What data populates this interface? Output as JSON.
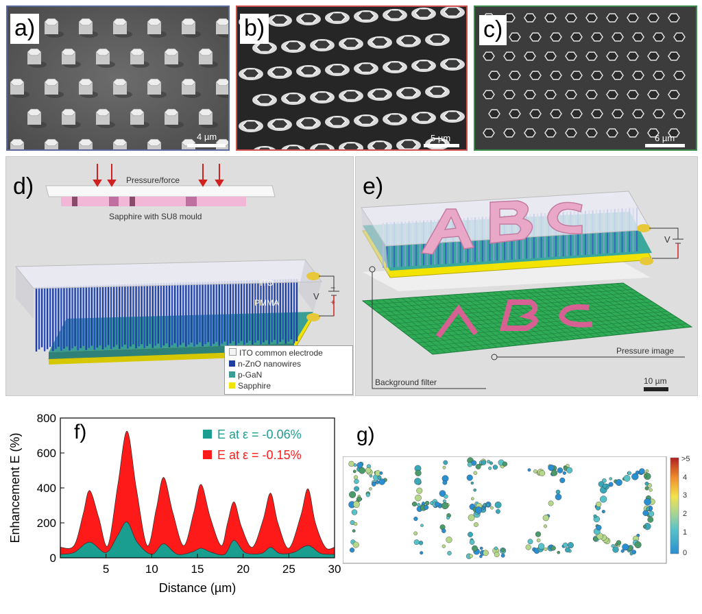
{
  "panel_a": {
    "label": "a)",
    "scale": "4 µm"
  },
  "panel_b": {
    "label": "b)",
    "scale": "5 µm"
  },
  "panel_c": {
    "label": "c)",
    "scale": "6 µm"
  },
  "panel_d": {
    "label": "d)",
    "pressure": "Pressure/force",
    "mould": "Sapphire with SU8 mould",
    "ito": "ITO",
    "pmma": "PMMA",
    "voltage": "V",
    "minus": "−",
    "plus": "+",
    "legend": [
      "ITO common electrode",
      "n-ZnO nanowires",
      "p-GaN",
      "Sapphire"
    ],
    "legend_colors": [
      "#f4f4f4",
      "#1f3fa0",
      "#3a9e94",
      "#f2e400"
    ]
  },
  "panel_e": {
    "label": "e)",
    "letters": "ABC",
    "voltage": "V",
    "pressure_image": "Pressure image",
    "background_filter": "Background filter",
    "scale": "10 µm"
  },
  "panel_g": {
    "label": "g)",
    "colorbar_ticks": [
      ">5",
      "4",
      "3",
      "2",
      "1",
      "0"
    ]
  },
  "chart_data": {
    "type": "area",
    "label": "f)",
    "title": "",
    "xlabel": "Distance (µm)",
    "ylabel": "Enhancement E (%)",
    "xlim": [
      0,
      30
    ],
    "ylim": [
      0,
      800
    ],
    "xticks": [
      "5",
      "10",
      "15",
      "20",
      "25",
      "30"
    ],
    "yticks": [
      "0",
      "200",
      "400",
      "600",
      "800"
    ],
    "legend_position": "top-right",
    "series": [
      {
        "name": "E at ε = -0.15%",
        "color": "#ff1a1a",
        "x": [
          0,
          1.5,
          2.5,
          3.2,
          4.2,
          5.2,
          6.3,
          7.3,
          8.3,
          9.5,
          10.5,
          11.3,
          12.3,
          13.5,
          14.6,
          15.4,
          16.4,
          17.6,
          18.3,
          19.0,
          19.8,
          21.0,
          22.2,
          23.0,
          23.8,
          25.0,
          26.3,
          27.1,
          27.9,
          29.0,
          30
        ],
        "y": [
          60,
          70,
          250,
          385,
          230,
          70,
          420,
          725,
          400,
          70,
          280,
          460,
          260,
          70,
          260,
          420,
          230,
          70,
          200,
          320,
          180,
          60,
          220,
          370,
          200,
          55,
          240,
          395,
          200,
          60,
          60
        ]
      },
      {
        "name": "E at ε = -0.06%",
        "color": "#1a9e8f",
        "x": [
          0,
          1.5,
          3.2,
          5.0,
          6.3,
          7.3,
          8.4,
          10.0,
          11.3,
          12.8,
          14.5,
          15.4,
          16.6,
          18.0,
          19.0,
          20.2,
          22.0,
          23.0,
          24.0,
          25.5,
          27.1,
          28.5,
          30
        ],
        "y": [
          20,
          30,
          90,
          30,
          130,
          205,
          90,
          20,
          80,
          20,
          35,
          55,
          30,
          20,
          100,
          30,
          25,
          60,
          25,
          30,
          70,
          25,
          20
        ]
      }
    ]
  }
}
